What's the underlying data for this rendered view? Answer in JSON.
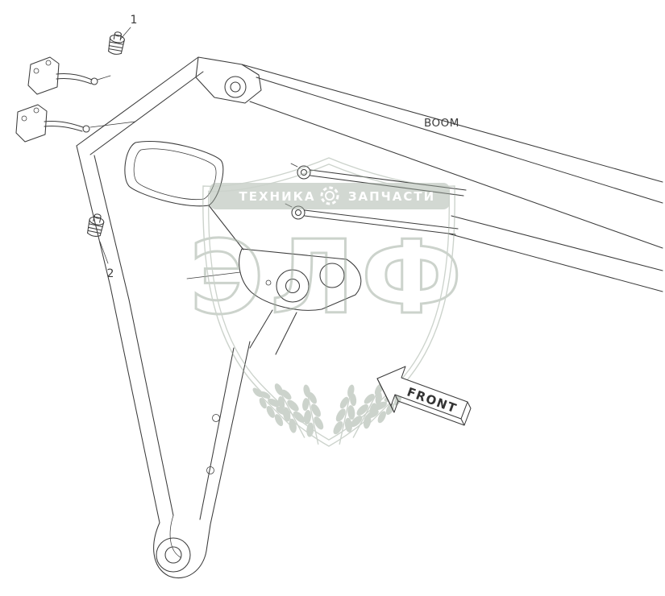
{
  "diagram": {
    "labels": {
      "boom": "BOOM",
      "front": "FRONT"
    },
    "callouts": [
      {
        "number": "1"
      },
      {
        "number": "2"
      }
    ],
    "watermark": {
      "left": "ТЕХНИКА",
      "right": "ЗАПЧАСТИ",
      "brand": "ЭЛФ"
    },
    "colors": {
      "line": "#3b3b3b",
      "watermark": "#9fab9e",
      "background": "#ffffff"
    }
  }
}
